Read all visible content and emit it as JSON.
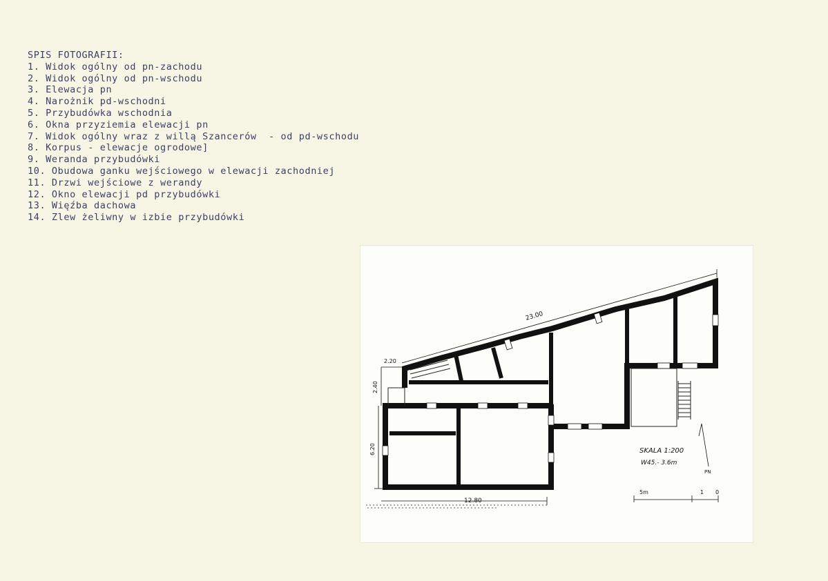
{
  "photo_list": {
    "heading": "SPIS FOTOGRAFII:",
    "items": [
      "1. Widok ogólny od pn-zachodu",
      "2. Widok ogólny od pn-wschodu",
      "3. Elewacja pn",
      "4. Narożnik pd-wschodni",
      "5. Przybudówka wschodnia",
      "6. Okna przyziemia elewacji pn",
      "7. Widok ogólny wraz z willą Szancerów  - od pd-wschodu",
      "8. Korpus - elewacje ogrodowe]",
      "9. Weranda przybudówki",
      "10. Obudowa ganku wejściowego w elewacji zachodniej",
      "11. Drzwi wejściowe z werandy",
      "12. Okno elewacji pd przybudówki",
      "13. Więźba dachowa",
      "14. Zlew żeliwny w izbie przybudówki"
    ]
  },
  "floor_plan": {
    "dim_top": "23.00",
    "dim_left_top": "2.20",
    "dim_left_vertical": "2.40",
    "dim_left_lower": "6.20",
    "dim_bottom": "12.80",
    "scale_label": "SKALA 1:200",
    "height_label": "W45.- 3.6m",
    "north_label": "PN",
    "scale_bar_left": "5m",
    "scale_bar_mid": "1",
    "scale_bar_right": "0"
  }
}
